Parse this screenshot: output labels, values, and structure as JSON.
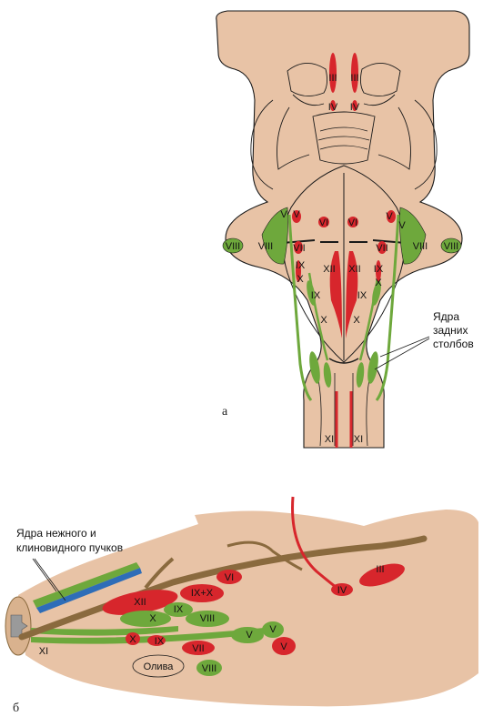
{
  "colors": {
    "tissue": "#E8C3A6",
    "outline": "#1a1a1a",
    "motor_nucleus": "#D7262C",
    "sensory_nucleus": "#6EA83C",
    "fasciculus_blue": "#2E6DB8",
    "nerve_brown": "#8A6A3E",
    "background": "#ffffff"
  },
  "panel_a": {
    "letter": "а",
    "callout_lines": [
      "Ядра",
      "задних",
      "столбов"
    ],
    "labels": {
      "III": "III",
      "IV": "IV",
      "V": "V",
      "VI": "VI",
      "VII": "VII",
      "VIII": "VIII",
      "IX": "IX",
      "X": "X",
      "XI": "XI",
      "XII": "XII"
    }
  },
  "panel_b": {
    "letter": "б",
    "callout_lines": [
      "Ядра нежного и",
      "клиновидного пучков"
    ],
    "olive_label": "Олива",
    "labels": {
      "III": "III",
      "IV": "IV",
      "V": "V",
      "VI": "VI",
      "VII": "VII",
      "VIII": "VIII",
      "IX": "IX",
      "IX_X": "IX+X",
      "X": "X",
      "XI": "XI",
      "XII": "XII"
    }
  }
}
